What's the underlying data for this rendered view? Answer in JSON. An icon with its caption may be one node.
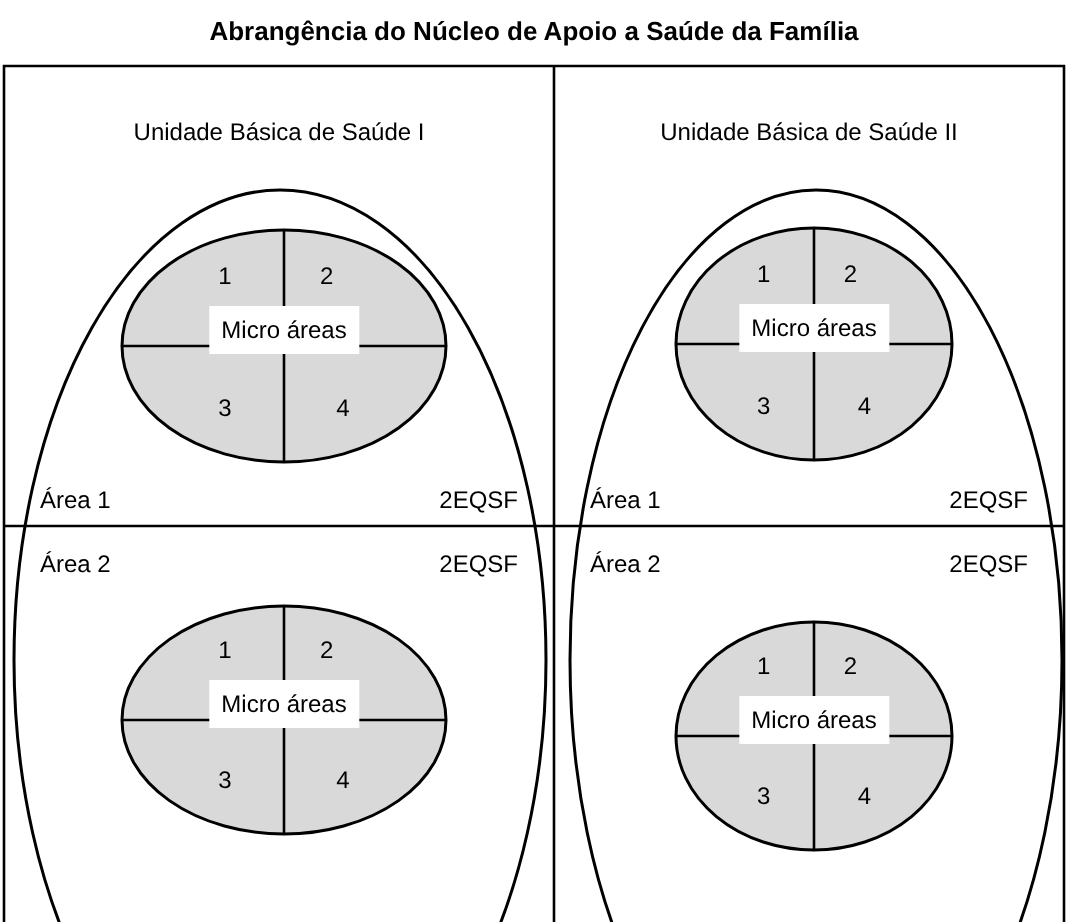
{
  "diagram": {
    "title": "Abrangência do Núcleo de Apoio a Saúde da Família",
    "nodes": [
      {
        "text": [
          "Unidade Básica de Saúde I"
        ]
      },
      {
        "text": [
          "Área 1",
          "2EQSF"
        ],
        "in": 0
      },
      {
        "text": [
          "1",
          "2",
          "Micro áreas",
          "3",
          "4"
        ],
        "in": 1
      },
      {
        "text": [
          "Área 2",
          "2EQSF"
        ],
        "in": 0
      },
      {
        "text": [
          "1",
          "2",
          "Micro áreas",
          "3",
          "4"
        ],
        "in": 3
      },
      {
        "text": [
          "Unidade Básica de Saúde II"
        ]
      },
      {
        "text": [
          "Área 1",
          "2EQSF"
        ],
        "in": 5
      },
      {
        "text": [
          "1",
          "2",
          "Micro áreas",
          "3",
          "4"
        ],
        "in": 6
      },
      {
        "text": [
          "Área 2",
          "2EQSF"
        ],
        "in": 5
      },
      {
        "text": [
          "1",
          "2",
          "Micro áreas",
          "3",
          "4"
        ],
        "in": 8
      }
    ]
  }
}
